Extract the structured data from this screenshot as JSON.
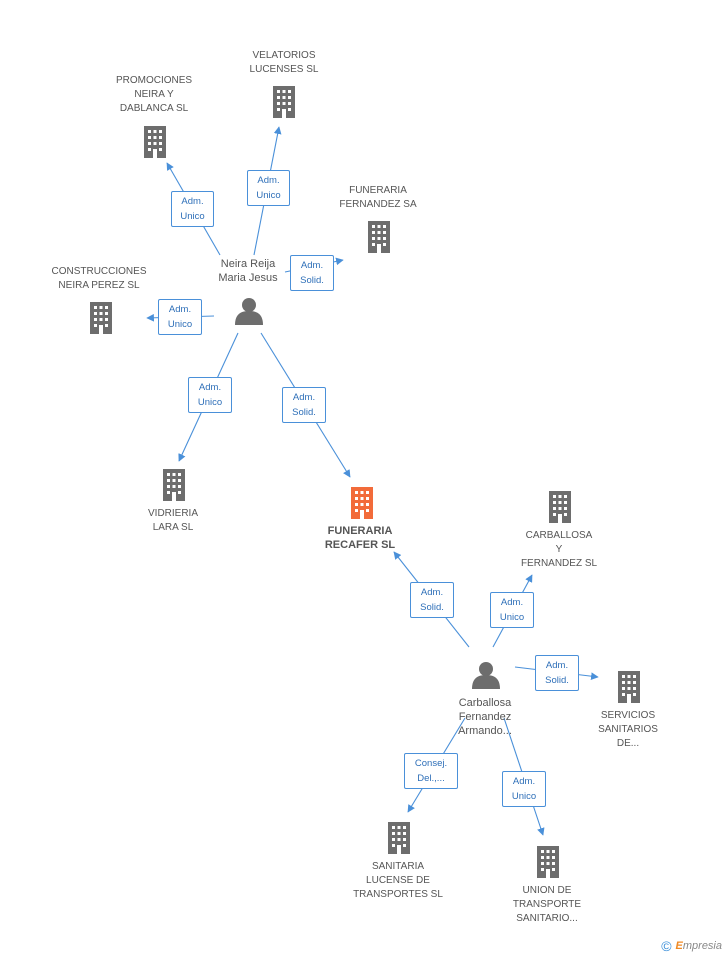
{
  "nodes": {
    "promociones": {
      "label1": "PROMOCIONES",
      "label2": "NEIRA Y",
      "label3": "DABLANCA SL"
    },
    "velatorios": {
      "label1": "VELATORIOS",
      "label2": "LUCENSES SL"
    },
    "funeraria_fernandez": {
      "label1": "FUNERARIA",
      "label2": "FERNANDEZ SA"
    },
    "construcciones": {
      "label1": "CONSTRUCCIONES",
      "label2": "NEIRA PEREZ  SL"
    },
    "vidrieria": {
      "label1": "VIDRIERIA",
      "label2": "LARA  SL"
    },
    "funeraria_recafer": {
      "label1": "FUNERARIA",
      "label2": "RECAFER SL"
    },
    "carballosa_sl": {
      "label1": "CARBALLOSA",
      "label2": "Y",
      "label3": "FERNANDEZ SL"
    },
    "servicios": {
      "label1": "SERVICIOS",
      "label2": "SANITARIOS",
      "label3": "DE..."
    },
    "sanitaria": {
      "label1": "SANITARIA",
      "label2": "LUCENSE DE",
      "label3": "TRANSPORTES SL"
    },
    "union": {
      "label1": "UNION DE",
      "label2": "TRANSPORTE",
      "label3": "SANITARIO..."
    },
    "neira": {
      "label1": "Neira Reija",
      "label2": "Maria Jesus"
    },
    "carballosa_p": {
      "label1": "Carballosa",
      "label2": "Fernandez",
      "label3": "Armando..."
    }
  },
  "edges": {
    "e1": {
      "l1": "Adm.",
      "l2": "Unico"
    },
    "e2": {
      "l1": "Adm.",
      "l2": "Unico"
    },
    "e3": {
      "l1": "Adm.",
      "l2": "Solid."
    },
    "e4": {
      "l1": "Adm.",
      "l2": "Unico"
    },
    "e5": {
      "l1": "Adm.",
      "l2": "Unico"
    },
    "e6": {
      "l1": "Adm.",
      "l2": "Solid."
    },
    "e7": {
      "l1": "Adm.",
      "l2": "Solid."
    },
    "e8": {
      "l1": "Adm.",
      "l2": "Unico"
    },
    "e9": {
      "l1": "Adm.",
      "l2": "Solid."
    },
    "e10": {
      "l1": "Consej.",
      "l2": "Del.,..."
    },
    "e11": {
      "l1": "Adm.",
      "l2": "Unico"
    }
  },
  "colors": {
    "building": "#6d6d6d",
    "main_building": "#f26b3a",
    "person": "#6d6d6d",
    "edge": "#4a90d9"
  },
  "brand": {
    "copyright": "©",
    "name_e": "E",
    "name_rest": "mpresia"
  }
}
